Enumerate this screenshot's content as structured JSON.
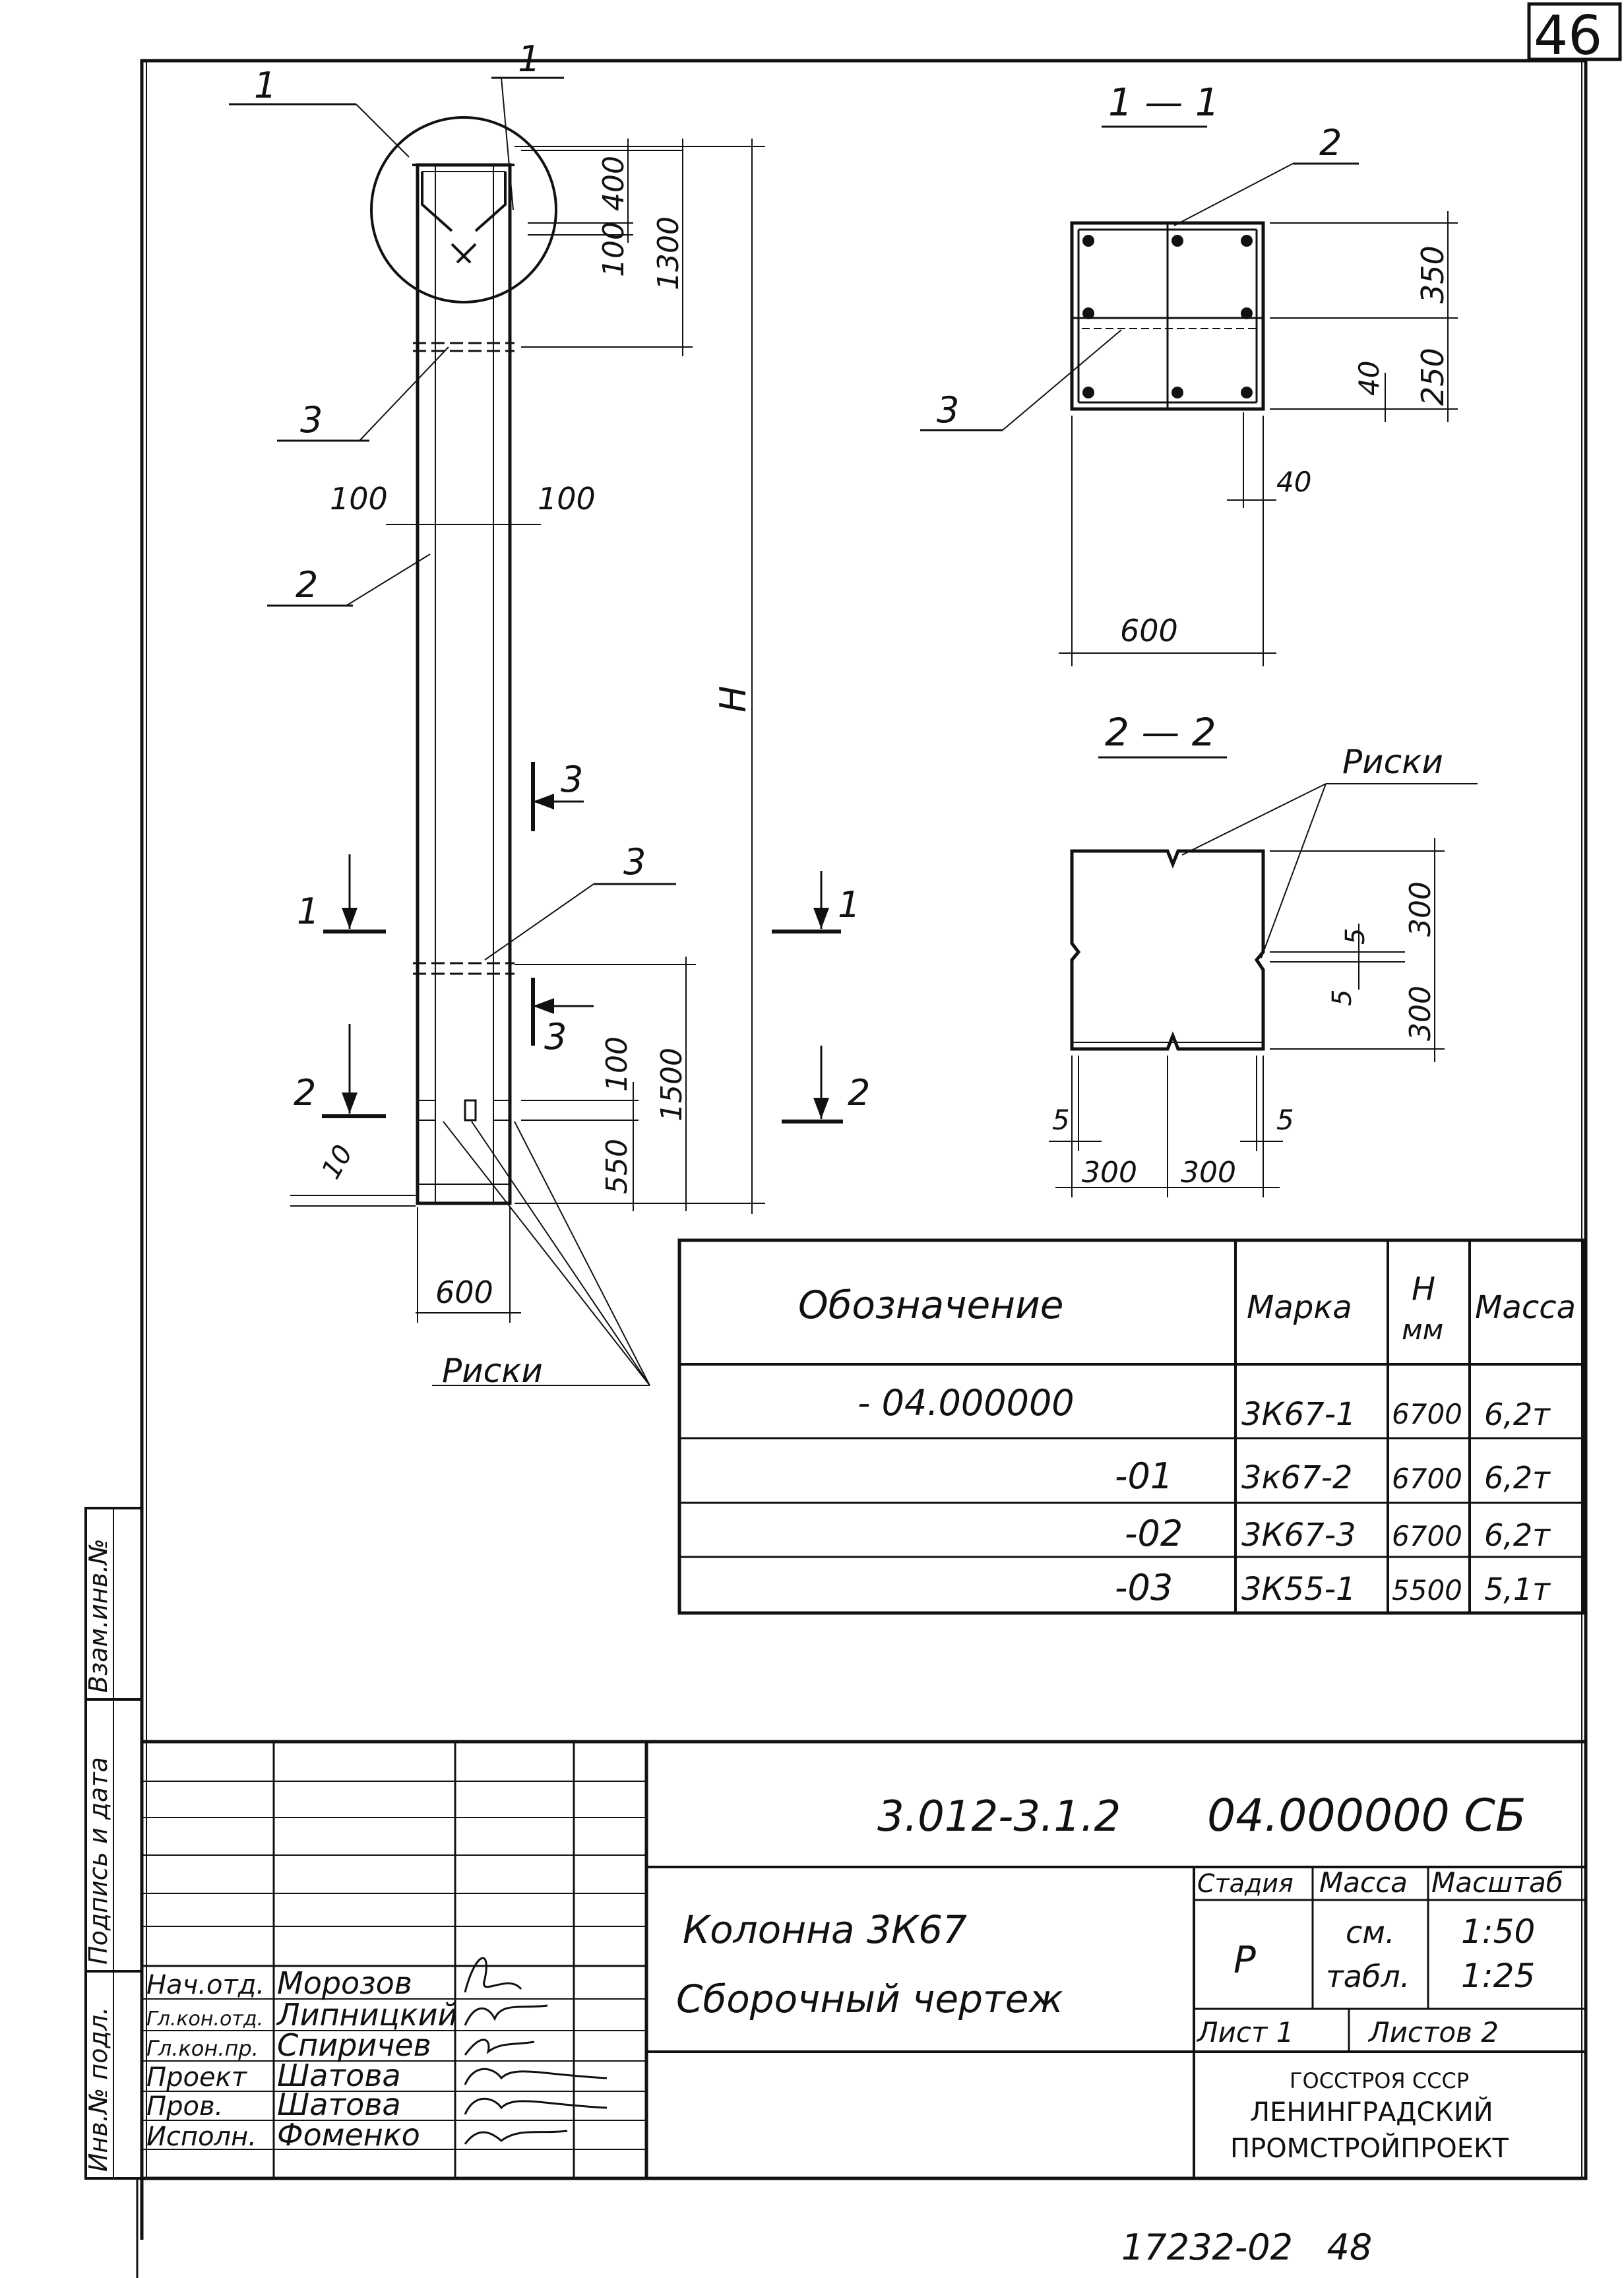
{
  "corner_sheet_no": "46",
  "elevation": {
    "callouts": [
      "1",
      "1",
      "3",
      "2"
    ],
    "dims": {
      "top_400": "400",
      "top_100": "100",
      "top_1300": "1300",
      "side_100_left": "100",
      "side_100_right": "100",
      "height_H": "H",
      "bot_100": "100",
      "bot_1500": "1500",
      "bot_550": "550",
      "bot_10": "10",
      "width_600": "600"
    },
    "section_marks": {
      "s1_left": "1",
      "s1_right": "1",
      "s2_left": "2",
      "s2_right": "2",
      "s3_top": "3",
      "s3_bottom": "3",
      "callout_3_lower": "3"
    },
    "riski_label": "Риски"
  },
  "section_1_1": {
    "title": "1 — 1",
    "callout_2": "2",
    "callout_3": "3",
    "dim_350": "350",
    "dim_250": "250",
    "dim_40_vertical": "40",
    "dim_40_horizontal": "40",
    "dim_600": "600"
  },
  "section_2_2": {
    "title": "2 — 2",
    "riski_label": "Риски",
    "dim_300_top": "300",
    "dim_300_bottom": "300",
    "dim_5_right": "5",
    "dim_5_left_inner": "5",
    "dim_5_bl": "5",
    "dim_5_br": "5",
    "dim_300_left": "300",
    "dim_300_right": "300"
  },
  "spec_table": {
    "headers": {
      "designation": "Обозначение",
      "mark": "Марка",
      "h": "H",
      "h_unit": "мм",
      "mass": "Масса"
    },
    "rows": [
      {
        "designation": "- 04.000000",
        "mark": "3К67-1",
        "h": "6700",
        "mass": "6,2т"
      },
      {
        "designation": "-01",
        "mark": "3к67-2",
        "h": "6700",
        "mass": "6,2т"
      },
      {
        "designation": "-02",
        "mark": "3К67-3",
        "h": "6700",
        "mass": "6,2т"
      },
      {
        "designation": "-03",
        "mark": "3К55-1",
        "h": "5500",
        "mass": "5,1т"
      }
    ]
  },
  "side_stamp": {
    "inv_vzam": "Взам.инв.№",
    "sign_date": "Подпись и дата",
    "inv_podl": "Инв.№ подл."
  },
  "title_block": {
    "doc_code": "3.012-3.1.2",
    "doc_number": "04.000000 СБ",
    "name_line1": "Колонна 3К67",
    "name_line2": "Сборочный чертеж",
    "stage_header": "Стадия",
    "mass_header": "Масса",
    "scale_header": "Масштаб",
    "stage_value": "Р",
    "mass_value_1": "см.",
    "mass_value_2": "табл.",
    "scale_1": "1:50",
    "scale_2": "1:25",
    "sheet": "Лист 1",
    "sheets": "Листов 2",
    "org_line1": "ГОССТРОЯ СССР",
    "org_line2": "ЛЕНИНГРАДСКИЙ",
    "org_line3": "ПРОМСТРОЙПРОЕКТ",
    "staff": [
      {
        "role": "Нач.отд.",
        "name": "Морозов"
      },
      {
        "role": "Гл.кон.отд.",
        "name": "Липницкий"
      },
      {
        "role": "Гл.кон.пр.",
        "name": "Спиричев"
      },
      {
        "role": "Проект",
        "name": "Шатова"
      },
      {
        "role": "Пров.",
        "name": "Шатова"
      },
      {
        "role": "Исполн.",
        "name": "Фоменко"
      }
    ]
  },
  "footer_number": "17232-02   48"
}
